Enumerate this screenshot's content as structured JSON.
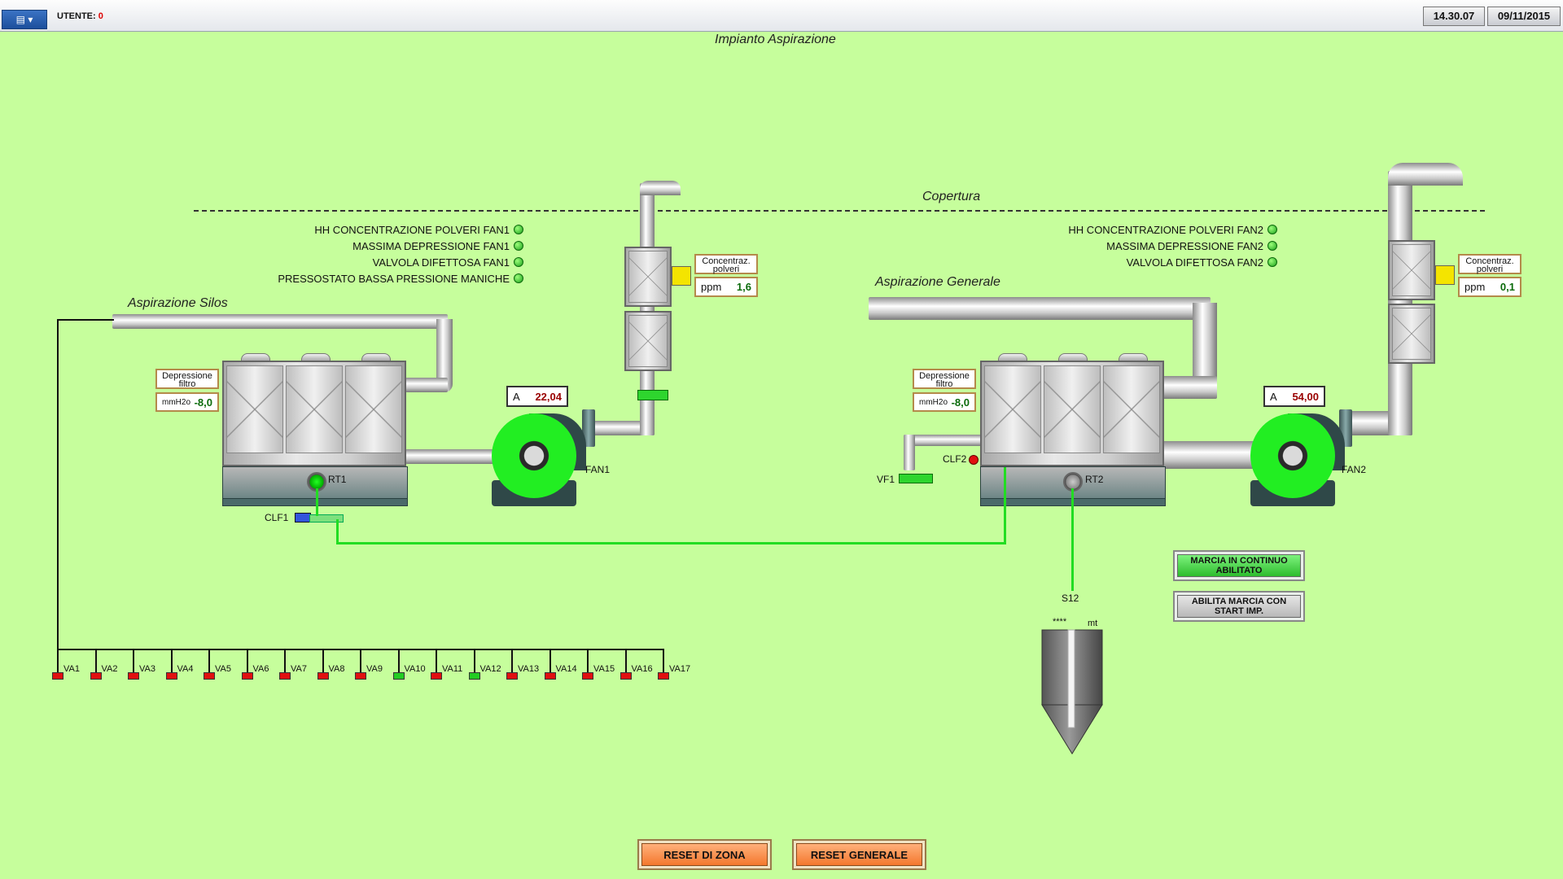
{
  "header": {
    "user_label": "UTENTE:",
    "user_value": "0",
    "time": "14.30.07",
    "date": "09/11/2015"
  },
  "page_title": "Impianto Aspirazione",
  "roof_label": "Copertura",
  "lines": {
    "silos": "Aspirazione Silos",
    "general": "Aspirazione Generale"
  },
  "alarms_fan1": [
    "HH CONCENTRAZIONE POLVERI FAN1",
    "MASSIMA DEPRESSIONE FAN1",
    "VALVOLA DIFETTOSA FAN1",
    "PRESSOSTATO BASSA PRESSIONE MANICHE"
  ],
  "alarms_fan2": [
    "HH CONCENTRAZIONE POLVERI FAN2",
    "MASSIMA DEPRESSIONE FAN2",
    "VALVOLA DIFETTOSA FAN2"
  ],
  "filter1": {
    "dep_label": "Depressione filtro",
    "dep_unit": "mmH2o",
    "dep_value": "-8,0",
    "rt_label": "RT1",
    "clf_label": "CLF1"
  },
  "filter2": {
    "dep_label": "Depressione filtro",
    "dep_unit": "mmH2o",
    "dep_value": "-8,0",
    "rt_label": "RT2",
    "clf_label": "CLF2",
    "vf_label": "VF1"
  },
  "fan1": {
    "name": "FAN1",
    "amp_unit": "A",
    "amp_value": "22,04"
  },
  "fan2": {
    "name": "FAN2",
    "amp_unit": "A",
    "amp_value": "54,00"
  },
  "dust1": {
    "label": "Concentraz. polveri",
    "unit": "ppm",
    "value": "1,6"
  },
  "dust2": {
    "label": "Concentraz. polveri",
    "unit": "ppm",
    "value": "0,1"
  },
  "silo": {
    "name": "S12",
    "level": "****",
    "unit": "mt"
  },
  "valves": [
    {
      "label": "VA1",
      "state": "closed"
    },
    {
      "label": "VA2",
      "state": "closed"
    },
    {
      "label": "VA3",
      "state": "closed"
    },
    {
      "label": "VA4",
      "state": "closed"
    },
    {
      "label": "VA5",
      "state": "closed"
    },
    {
      "label": "VA6",
      "state": "closed"
    },
    {
      "label": "VA7",
      "state": "closed"
    },
    {
      "label": "VA8",
      "state": "closed"
    },
    {
      "label": "VA9",
      "state": "closed"
    },
    {
      "label": "VA10",
      "state": "open"
    },
    {
      "label": "VA11",
      "state": "closed"
    },
    {
      "label": "VA12",
      "state": "open"
    },
    {
      "label": "VA13",
      "state": "closed"
    },
    {
      "label": "VA14",
      "state": "closed"
    },
    {
      "label": "VA15",
      "state": "closed"
    },
    {
      "label": "VA16",
      "state": "closed"
    },
    {
      "label": "VA17",
      "state": "closed"
    }
  ],
  "controls": {
    "continuous": "MARCIA IN CONTINUO ABILITATO",
    "enable_start": "ABILITA MARCIA CON START IMP."
  },
  "reset": {
    "zone": "RESET DI ZONA",
    "general": "RESET GENERALE"
  },
  "colors": {
    "background": "#c6fe9c",
    "valve_open": "#22cc22",
    "valve_closed": "#e01010",
    "status_ok": "#22aa22"
  }
}
